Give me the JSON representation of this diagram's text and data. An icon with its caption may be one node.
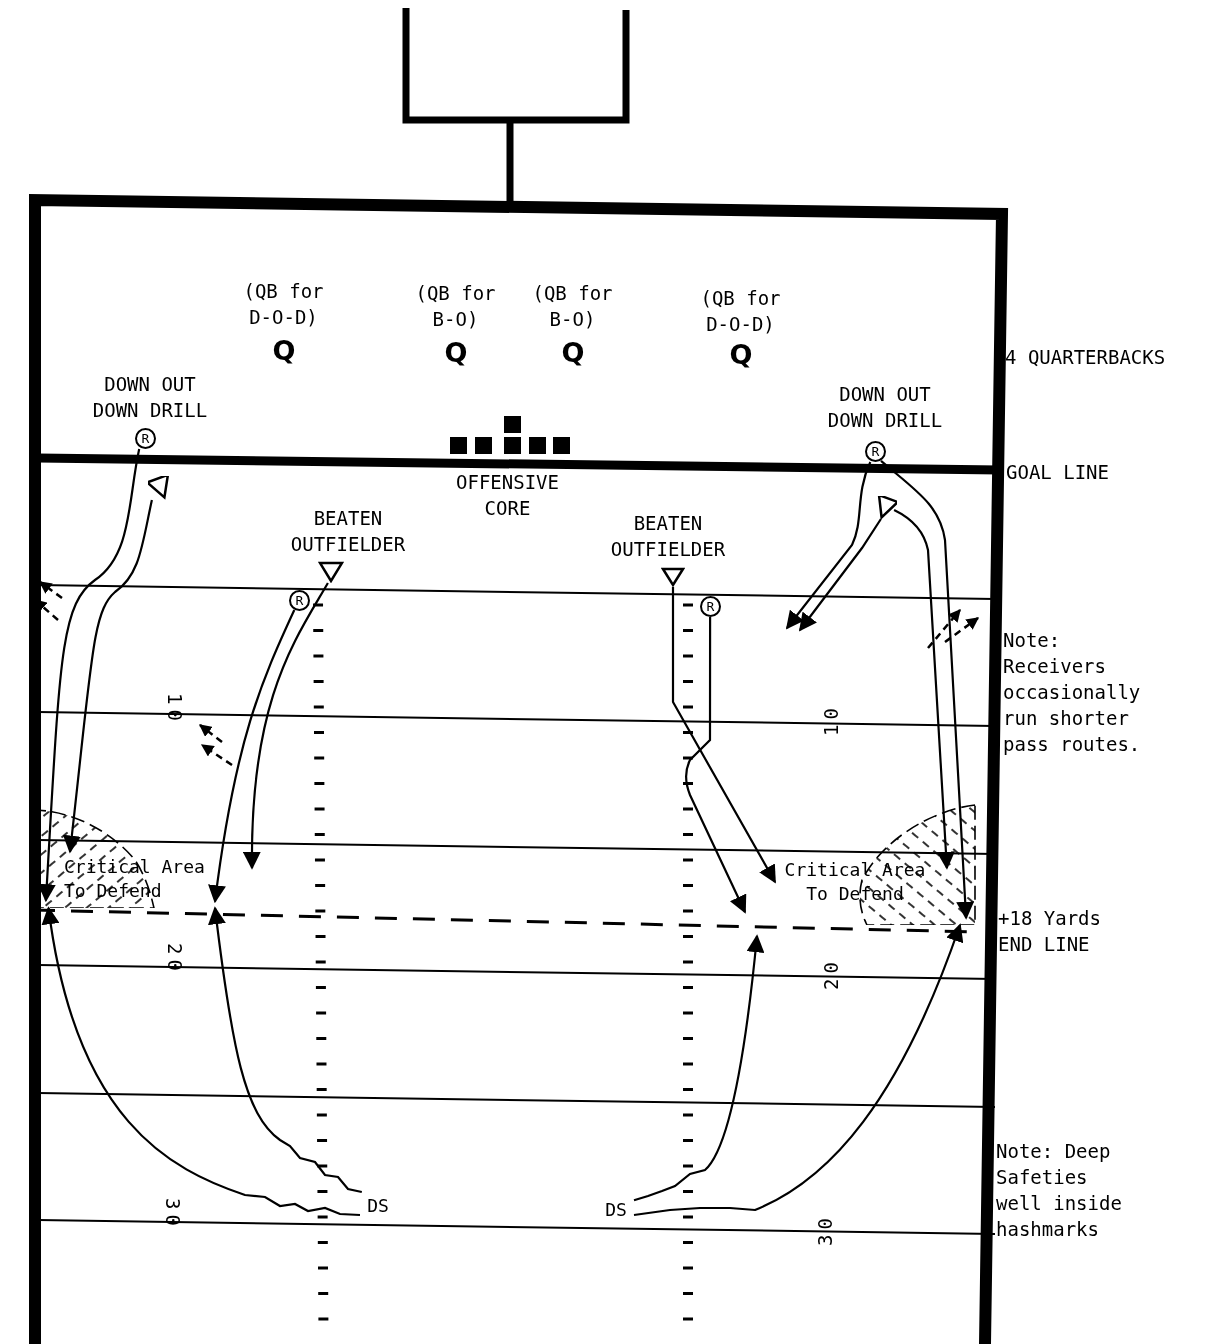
{
  "diagram": {
    "nodes": [
      {
        "text": [
          "Q"
        ],
        "beside": [
          "(QB for D-O-D)"
        ]
      },
      {
        "text": [
          "Q"
        ],
        "beside": [
          "(QB for B-O)"
        ]
      },
      {
        "text": [
          "Q"
        ],
        "beside": [
          "(QB for B-O)"
        ]
      },
      {
        "text": [
          "Q"
        ],
        "beside": [
          "(QB for D-O-D)"
        ]
      },
      {
        "text": [
          "R"
        ],
        "beside": [
          "DOWN OUT DOWN DRILL"
        ]
      },
      {
        "text": [],
        "shape": "triangle"
      },
      {
        "text": [],
        "shape": "triangle",
        "beside": [
          "BEATEN OUTFIELDER"
        ]
      },
      {
        "text": [
          "R"
        ]
      },
      {
        "text": [],
        "shape": "triangle",
        "beside": [
          "BEATEN OUTFIELDER"
        ]
      },
      {
        "text": [
          "R"
        ]
      },
      {
        "text": [
          "R"
        ],
        "beside": [
          "DOWN OUT DOWN DRILL"
        ]
      },
      {
        "text": [],
        "shape": "triangle"
      },
      {
        "text": [
          "Critical Area To Defend"
        ]
      },
      {
        "text": [
          "Critical Area To Defend"
        ]
      },
      {
        "text": [
          "DS"
        ]
      },
      {
        "text": [
          "DS"
        ]
      }
    ],
    "edges": [
      {
        "from": 4,
        "to": 12,
        "arrow": "to"
      },
      {
        "from": 5,
        "to": 12,
        "arrow": "to"
      },
      {
        "from": 6,
        "to": null,
        "arrow": "to"
      },
      {
        "from": 7,
        "to": 12,
        "arrow": "to"
      },
      {
        "from": 8,
        "to": 13,
        "arrow": "to"
      },
      {
        "from": 9,
        "to": null,
        "arrow": "to"
      },
      {
        "from": 10,
        "to": null,
        "arrow": "to"
      },
      {
        "from": 11,
        "to": null,
        "arrow": "to"
      },
      {
        "from": 10,
        "to": 13,
        "arrow": "to"
      },
      {
        "from": 11,
        "to": 13,
        "arrow": "to"
      },
      {
        "from": 14,
        "to": 12,
        "arrow": "to"
      },
      {
        "from": 14,
        "to": 12,
        "arrow": "to"
      },
      {
        "from": 15,
        "to": null,
        "arrow": "to"
      },
      {
        "from": 15,
        "to": 13,
        "arrow": "to"
      }
    ],
    "labels": [
      "4 QUARTERBACKS",
      "GOAL LINE",
      "OFFENSIVE CORE",
      "Note: Receivers occasionally run shorter pass routes.",
      "10",
      "10",
      "+18 Yards END LINE",
      "20",
      "20",
      "Note: Deep Safeties well inside hashmarks",
      "30",
      "30"
    ]
  }
}
